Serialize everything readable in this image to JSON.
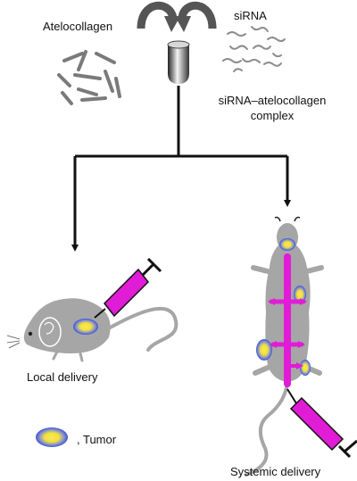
{
  "labels": {
    "atelocollagen": "Atelocollagen",
    "sirna": "siRNA",
    "complex": "siRNA–atelocollagen complex",
    "local_delivery": "Local delivery",
    "systemic_delivery": "Systemic delivery",
    "tumor_legend": ", Tumor"
  },
  "colors": {
    "syringe": "#e11cd6",
    "syringe_outline": "#111111",
    "mouse": "#a6a6a6",
    "tumor_outer": "#3a55d8",
    "tumor_inner": "#f2e13a",
    "collagen_fiber": "#7a7a7a",
    "sirna_strand": "#8c8c8c",
    "arrow": "#111111",
    "curved_arrow": "#555555"
  }
}
